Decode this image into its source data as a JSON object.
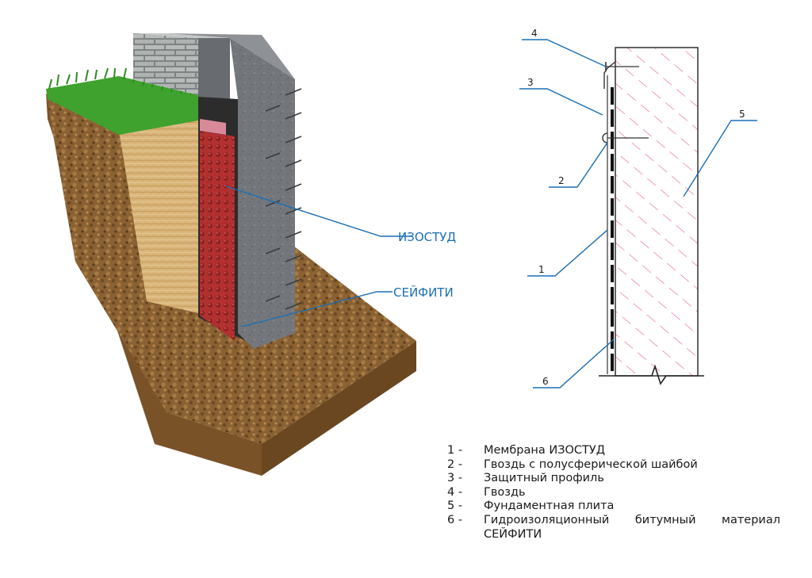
{
  "illustration": {
    "labels": {
      "membrane": "ИЗОСТУД",
      "bitumen": "СЕЙФИТИ"
    }
  },
  "section": {
    "callouts": [
      "1",
      "2",
      "3",
      "4",
      "5",
      "6"
    ]
  },
  "legend": {
    "items": [
      {
        "num": "1 -",
        "text": "Мембрана ИЗОСТУД"
      },
      {
        "num": "2 -",
        "text": "Гвоздь с полусферической шайбой"
      },
      {
        "num": "3 -",
        "text": "Защитный профиль"
      },
      {
        "num": "4 -",
        "text": "Гвоздь"
      },
      {
        "num": "5 -",
        "text": "Фундаментная плита"
      },
      {
        "num": "6 -",
        "text": "Гидроизоляционный битумный материал"
      }
    ],
    "continuation": "СЕЙФИТИ"
  },
  "colors": {
    "callout_line": "#1a6fb5",
    "label_text": "#1a6fb5",
    "hatch": "#e8506e",
    "soil": "#8a6132",
    "grass": "#3fa12e",
    "membrane_red": "#b83232",
    "concrete": "#6f7378"
  }
}
